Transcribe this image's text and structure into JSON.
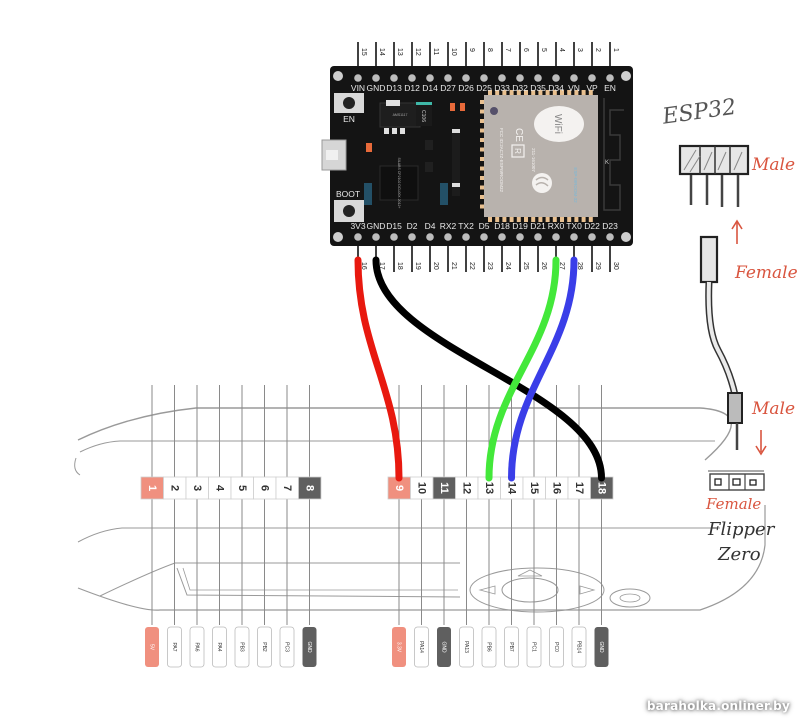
{
  "diagram": {
    "title": "ESP32 to Flipper Zero wiring",
    "esp32": {
      "top_pins": [
        {
          "num": "15",
          "label": "VIN"
        },
        {
          "num": "14",
          "label": "GND"
        },
        {
          "num": "13",
          "label": "D13"
        },
        {
          "num": "12",
          "label": "D12"
        },
        {
          "num": "11",
          "label": "D14"
        },
        {
          "num": "10",
          "label": "D27"
        },
        {
          "num": "9",
          "label": "D26"
        },
        {
          "num": "8",
          "label": "D25"
        },
        {
          "num": "7",
          "label": "D33"
        },
        {
          "num": "6",
          "label": "D32"
        },
        {
          "num": "5",
          "label": "D35"
        },
        {
          "num": "4",
          "label": "D34"
        },
        {
          "num": "3",
          "label": "VN"
        },
        {
          "num": "2",
          "label": "VP"
        },
        {
          "num": "1",
          "label": "EN"
        }
      ],
      "bottom_pins": [
        {
          "num": "16",
          "label": "3V3"
        },
        {
          "num": "17",
          "label": "GND"
        },
        {
          "num": "18",
          "label": "D15"
        },
        {
          "num": "19",
          "label": "D2"
        },
        {
          "num": "20",
          "label": "D4"
        },
        {
          "num": "21",
          "label": "RX2"
        },
        {
          "num": "22",
          "label": "TX2"
        },
        {
          "num": "23",
          "label": "D5"
        },
        {
          "num": "24",
          "label": "D18"
        },
        {
          "num": "25",
          "label": "D19"
        },
        {
          "num": "26",
          "label": "D21"
        },
        {
          "num": "27",
          "label": "RX0"
        },
        {
          "num": "28",
          "label": "TX0"
        },
        {
          "num": "29",
          "label": "D22"
        },
        {
          "num": "30",
          "label": "D23"
        }
      ],
      "buttons": {
        "en": "EN",
        "boot": "BOOT"
      },
      "chips": {
        "regulator": "AMS1117",
        "regulator_code": "3.3 33F5787K3",
        "cap": "C106",
        "usb_uart": "SILABS CP2102 DCL00X 2012+"
      },
      "module": {
        "brand": "WiFi",
        "fcc": "FCC ID:2AC7Z-ESPWROOM32",
        "cert": "211-161007",
        "model": "ESP-WROOM-32",
        "k_mark": "K"
      }
    },
    "flipper": {
      "pins": [
        {
          "num": "1",
          "label": "5V",
          "kind": "power"
        },
        {
          "num": "2",
          "label": "PA7",
          "kind": "io"
        },
        {
          "num": "3",
          "label": "PA6",
          "kind": "io"
        },
        {
          "num": "4",
          "label": "PA4",
          "kind": "io"
        },
        {
          "num": "5",
          "label": "PB3",
          "kind": "io"
        },
        {
          "num": "6",
          "label": "PB2",
          "kind": "io"
        },
        {
          "num": "7",
          "label": "PC3",
          "kind": "io"
        },
        {
          "num": "8",
          "label": "GND",
          "kind": "gnd"
        },
        {
          "num": "9",
          "label": "3.3V",
          "kind": "power"
        },
        {
          "num": "10",
          "label": "PA14",
          "kind": "io"
        },
        {
          "num": "11",
          "label": "GND",
          "kind": "gnd"
        },
        {
          "num": "12",
          "label": "PA13",
          "kind": "io"
        },
        {
          "num": "13",
          "label": "PB6",
          "kind": "io"
        },
        {
          "num": "14",
          "label": "PB7",
          "kind": "io"
        },
        {
          "num": "15",
          "label": "PC1",
          "kind": "io"
        },
        {
          "num": "16",
          "label": "PC0",
          "kind": "io"
        },
        {
          "num": "17",
          "label": "PB14",
          "kind": "io"
        },
        {
          "num": "18",
          "label": "GND",
          "kind": "gnd"
        }
      ]
    },
    "wires": [
      {
        "color": "#e8190f",
        "from": "3V3",
        "esp_pin": "16",
        "to_flipper": "9"
      },
      {
        "color": "#000000",
        "from": "GND",
        "esp_pin": "17",
        "to_flipper": "18"
      },
      {
        "color": "#43e83a",
        "from": "RX0",
        "esp_pin": "27",
        "to_flipper": "13"
      },
      {
        "color": "#3a3ee8",
        "from": "TX0",
        "esp_pin": "28",
        "to_flipper": "14"
      }
    ],
    "sketch_notes": {
      "esp32": "ESP32",
      "male_top": "Male",
      "female_mid": "Female",
      "male_bottom": "Male",
      "female_bottom": "Female",
      "flipper_line1": "Flipper",
      "flipper_line2": "Zero"
    },
    "colors": {
      "board": "#141414",
      "power_pin": "#f0907f",
      "gnd_pin": "#5f5f5f",
      "sketch_red": "#d9553f",
      "module_shield": "#b8b2ad"
    }
  },
  "watermark": "baraholka.onliner.by"
}
